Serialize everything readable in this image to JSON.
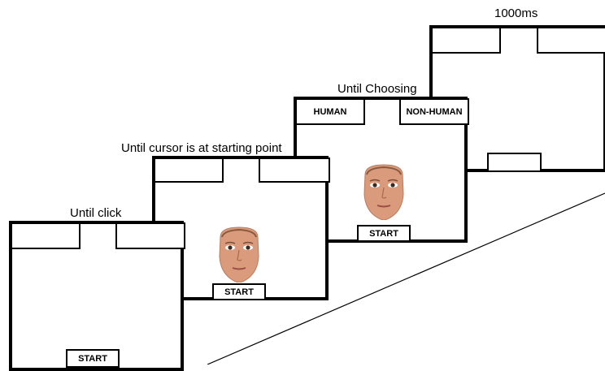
{
  "stages": [
    {
      "label": "Until click",
      "left_box": "",
      "right_box": "",
      "start_label": "START",
      "shows_face": false
    },
    {
      "label": "Until cursor is at starting point",
      "left_box": "",
      "right_box": "",
      "start_label": "START",
      "shows_face": true
    },
    {
      "label": "Until Choosing",
      "left_box": "HUMAN",
      "right_box": "NON-HUMAN",
      "start_label": "START",
      "shows_face": true
    },
    {
      "label": "1000ms",
      "left_box": "",
      "right_box": "",
      "start_label": "",
      "shows_face": false
    }
  ],
  "colors": {
    "frame": "#000000",
    "background": "#ffffff",
    "skin": "#d99b7c"
  },
  "icons": {
    "stimulus": "face-icon",
    "timeline": "diagonal-line"
  }
}
